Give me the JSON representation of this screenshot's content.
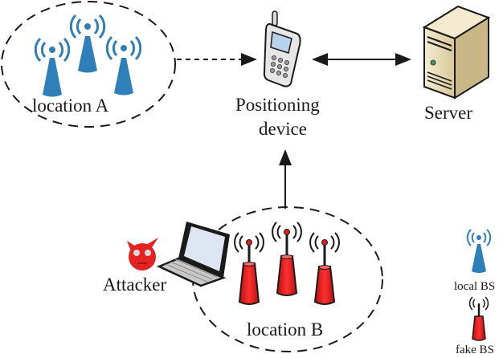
{
  "labels": {
    "location_a": "location A",
    "location_b": "location B",
    "positioning_device_line1": "Positioning",
    "positioning_device_line2": "device",
    "server": "Server",
    "attacker": "Attacker"
  },
  "legend": [
    {
      "icon": "local-bs-icon",
      "label": "local BS"
    },
    {
      "icon": "fake-bs-icon",
      "label": "fake BS"
    }
  ],
  "colors": {
    "local_bs": "#2f7fb8",
    "fake_bs": "#e02020",
    "attacker": "#e32222",
    "server_body": "#e9dcb6"
  },
  "edges": [
    {
      "from": "location A",
      "to": "Positioning device",
      "style": "dashed",
      "direction": "one-way"
    },
    {
      "from": "Positioning device",
      "to": "Server",
      "style": "solid",
      "direction": "two-way"
    },
    {
      "from": "location B",
      "to": "Positioning device",
      "style": "solid",
      "direction": "one-way"
    }
  ]
}
